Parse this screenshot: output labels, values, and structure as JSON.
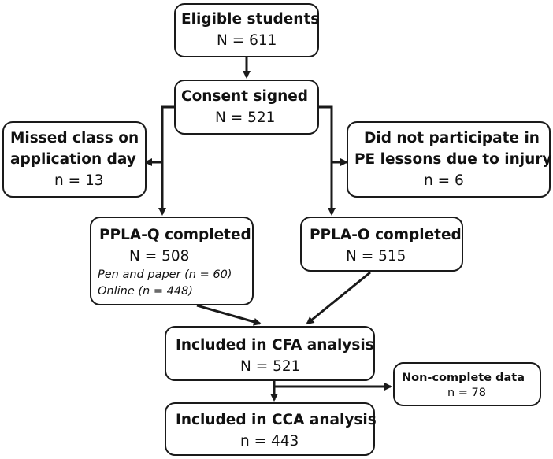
{
  "boxes": {
    "eligible": {
      "title": "Eligible students",
      "count": "N = 611"
    },
    "consent": {
      "title": "Consent signed",
      "count": "N = 521"
    },
    "missed": {
      "line1": "Missed class on",
      "line2": "application day",
      "count": "n = 13"
    },
    "injury": {
      "line1": "Did not participate in",
      "line2": "PE lessons due to injury",
      "count": "n = 6"
    },
    "pplaq": {
      "title": "PPLA-Q completed",
      "count": "N = 508",
      "detail1": "Pen and paper (n = 60)",
      "detail2": "Online (n = 448)"
    },
    "pplao": {
      "title": "PPLA-O completed",
      "count": "N = 515"
    },
    "cfa": {
      "title": "Included in CFA analysis",
      "count": "N = 521"
    },
    "noncomplete": {
      "title": "Non-complete data",
      "count": "n = 78"
    },
    "cca": {
      "title": "Included in CCA analysis",
      "count": "n = 443"
    }
  }
}
